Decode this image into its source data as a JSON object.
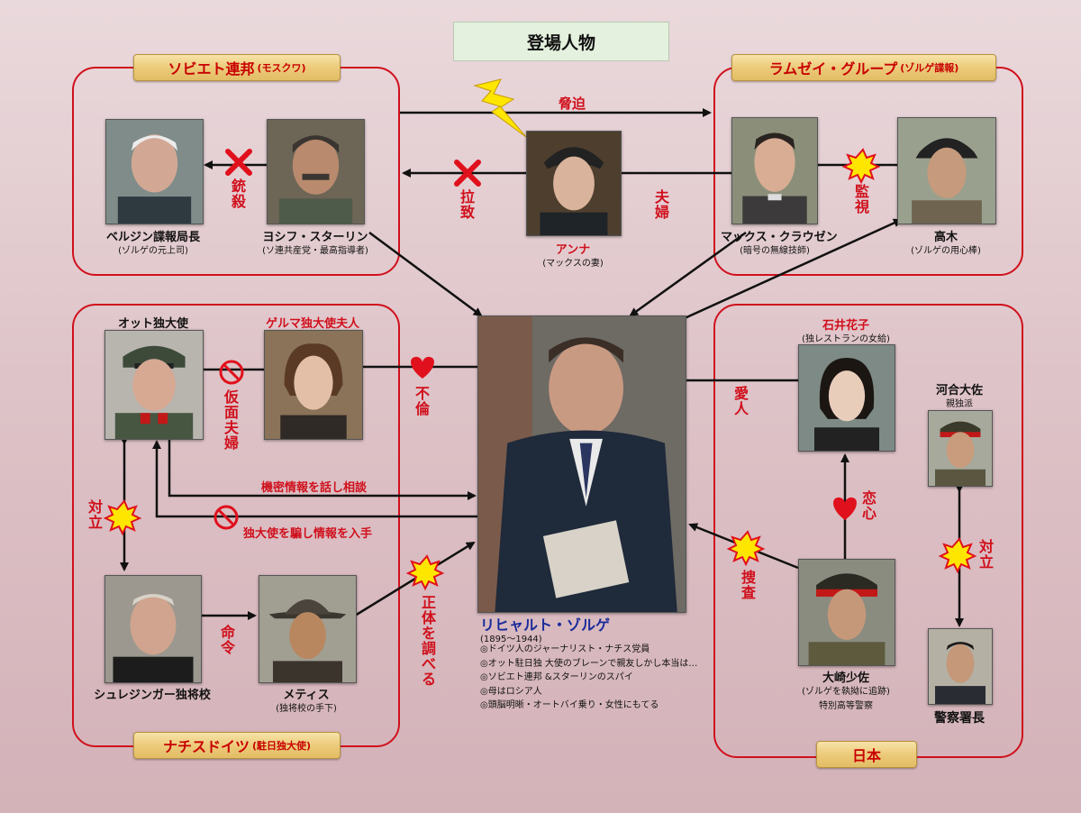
{
  "title": "登場人物",
  "groups": {
    "soviet": {
      "label": "ソビエト連邦",
      "sub": "(モスクワ)"
    },
    "ramsay": {
      "label": "ラムゼイ・グループ",
      "sub": "(ゾルゲ諜報)"
    },
    "nazi": {
      "label": "ナチスドイツ",
      "sub": "(駐日独大使)"
    },
    "japan": {
      "label": "日本"
    }
  },
  "people": {
    "berzin": {
      "name": "ベルジン諜報局長",
      "desc": "(ゾルゲの元上司)"
    },
    "stalin": {
      "name": "ヨシフ・スターリン",
      "desc": "(ソ連共産党・最高指導者)"
    },
    "anna": {
      "name": "アンナ",
      "desc": "(マックスの妻)"
    },
    "max": {
      "name": "マックス・クラウゼン",
      "desc": "(暗号の無線技師)"
    },
    "takagi": {
      "name": "高木",
      "desc": "(ゾルゲの用心棒)"
    },
    "ott": {
      "name": "オット独大使"
    },
    "gerda": {
      "name": "ゲルマ独大使夫人"
    },
    "ishii": {
      "name": "石井花子",
      "desc": "(独レストランの女給)"
    },
    "kawai": {
      "name": "河合大佐",
      "desc": "親独派"
    },
    "schellenberg": {
      "name": "シュレジンガー独将校"
    },
    "metis": {
      "name": "メティス",
      "desc": "(独将校の手下)"
    },
    "osaki": {
      "name": "大崎少佐",
      "desc": "(ゾルゲを執拗に追跡)",
      "desc2": "特別高等警察"
    },
    "police": {
      "name": "警察署長"
    },
    "sorge": {
      "name": "リヒャルト・ゾルゲ",
      "years": "(1895〜1944)",
      "bullets": [
        "◎ドイツ人のジャーナリスト・ナチス党員",
        "◎オット駐日独 大使のブレーンで親友しかし本当は…",
        "◎ソビエト連邦 &スターリンのスパイ",
        "◎母はロシア人",
        "◎頭脳明晰・オートバイ乗り・女性にもてる"
      ]
    }
  },
  "relations": {
    "shooting": "銃殺",
    "threat": "脅迫",
    "abduction": "拉致",
    "couple": "夫婦",
    "surveillance": "監視",
    "mask_couple": "仮面夫婦",
    "affair": "不倫",
    "lover": "愛人",
    "secret_talk": "機密情報を話し相談",
    "deceive": "独大使を騙し情報を入手",
    "conflict_left": "対立",
    "command": "命令",
    "investigate_identity": "正体を調べる",
    "crush": "恋心",
    "search": "捜査",
    "conflict_right": "対立"
  }
}
